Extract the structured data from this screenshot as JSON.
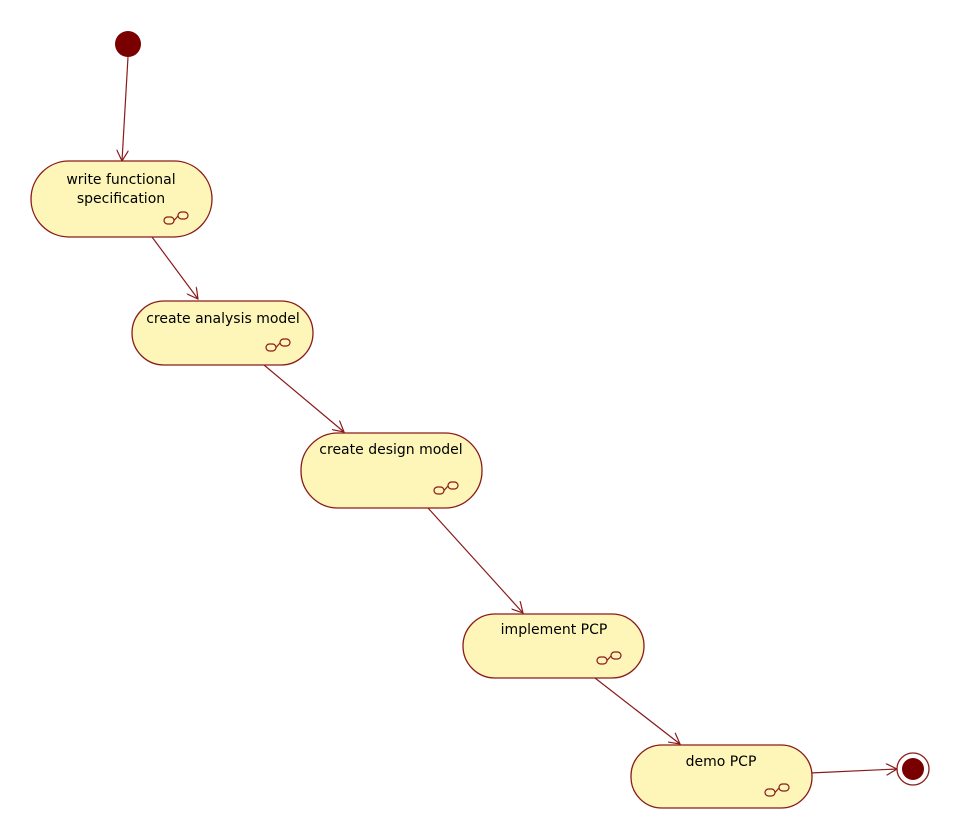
{
  "colors": {
    "node_fill": "#fdf6b8",
    "stroke": "#8b1a1a",
    "marker": "#7a0000",
    "text": "#000000",
    "background": "#ffffff"
  },
  "activities": [
    {
      "id": "write-functional-specification",
      "lines": [
        "write functional",
        "specification"
      ],
      "icon": "subactivity-icon"
    },
    {
      "id": "create-analysis-model",
      "lines": [
        "create analysis model"
      ],
      "icon": "subactivity-icon"
    },
    {
      "id": "create-design-model",
      "lines": [
        "create design model"
      ],
      "icon": "subactivity-icon"
    },
    {
      "id": "implement-pcp",
      "lines": [
        "implement PCP"
      ],
      "icon": "subactivity-icon"
    },
    {
      "id": "demo-pcp",
      "lines": [
        "demo PCP"
      ],
      "icon": "subactivity-icon"
    }
  ],
  "start": {
    "icon": "initial-node"
  },
  "end": {
    "icon": "final-node"
  }
}
